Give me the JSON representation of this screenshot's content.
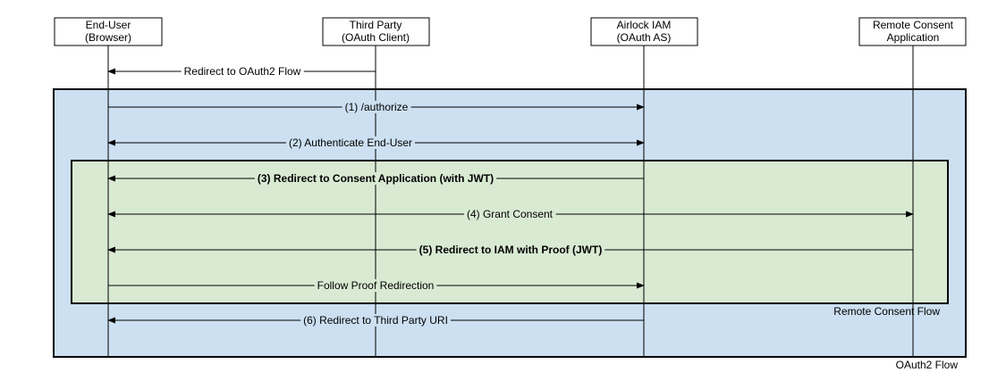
{
  "participants": [
    {
      "id": "enduser",
      "line1": "End-User",
      "line2": "(Browser)"
    },
    {
      "id": "thirdparty",
      "line1": "Third Party",
      "line2": "(OAuth Client)"
    },
    {
      "id": "airlock",
      "line1": "Airlock IAM",
      "line2": "(OAuth AS)"
    },
    {
      "id": "consent",
      "line1": "Remote Consent",
      "line2": "Application"
    }
  ],
  "frames": {
    "oauth2": {
      "label": "OAuth2 Flow",
      "color": "#cce0f2"
    },
    "consent": {
      "label": "Remote Consent Flow",
      "color": "#d9ead3"
    }
  },
  "messages": [
    {
      "id": "redirect-oauth2",
      "label": "Redirect to OAuth2 Flow",
      "from": "thirdparty",
      "to": "enduser",
      "bold": false,
      "bidirectional": false
    },
    {
      "id": "authorize",
      "label": "(1) /authorize",
      "from": "enduser",
      "to": "airlock",
      "bold": false,
      "bidirectional": false
    },
    {
      "id": "authenticate",
      "label": "(2) Authenticate End-User",
      "from": "enduser",
      "to": "airlock",
      "bold": false,
      "bidirectional": true
    },
    {
      "id": "redirect-consent",
      "label": "(3) Redirect to Consent Application (with JWT)",
      "from": "airlock",
      "to": "enduser",
      "bold": true,
      "bidirectional": false
    },
    {
      "id": "grant-consent",
      "label": "(4) Grant Consent",
      "from": "enduser",
      "to": "consent",
      "bold": false,
      "bidirectional": true
    },
    {
      "id": "redirect-iam",
      "label": "(5) Redirect to IAM with Proof (JWT)",
      "from": "consent",
      "to": "enduser",
      "bold": true,
      "bidirectional": false
    },
    {
      "id": "follow-proof",
      "label": "Follow Proof Redirection",
      "from": "enduser",
      "to": "airlock",
      "bold": false,
      "bidirectional": false
    },
    {
      "id": "redirect-thirdparty",
      "label": "(6) Redirect to Third Party URI",
      "from": "airlock",
      "to": "enduser",
      "bold": false,
      "bidirectional": false
    }
  ]
}
